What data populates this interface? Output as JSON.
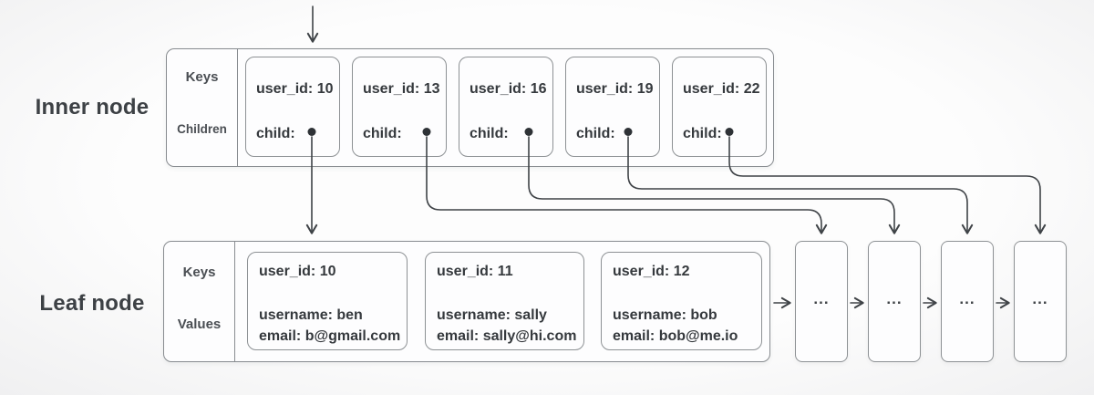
{
  "colors": {
    "background_center": "#fdfdfd",
    "background_edge": "#f0f0f1",
    "box_border": "#888c90",
    "cell_border": "#8d9194",
    "connector": "#3f4347",
    "dot": "#2e3236",
    "text_primary": "#35393d",
    "text_secondary": "#4a4e53"
  },
  "inner_node": {
    "label": "Inner node",
    "row_labels": {
      "top": "Keys",
      "bottom": "Children"
    },
    "cells": [
      {
        "key": "user_id: 10",
        "pointer": "child:"
      },
      {
        "key": "user_id: 13",
        "pointer": "child:"
      },
      {
        "key": "user_id: 16",
        "pointer": "child:"
      },
      {
        "key": "user_id: 19",
        "pointer": "child:"
      },
      {
        "key": "user_id: 22",
        "pointer": "child:"
      }
    ]
  },
  "leaf_node": {
    "label": "Leaf node",
    "row_labels": {
      "top": "Keys",
      "bottom": "Values"
    },
    "cells": [
      {
        "key": "user_id: 10",
        "values": [
          "username: ben",
          "email: b@gmail.com"
        ]
      },
      {
        "key": "user_id: 11",
        "values": [
          "username: sally",
          "email: sally@hi.com"
        ]
      },
      {
        "key": "user_id: 12",
        "values": [
          "username: bob",
          "email: bob@me.io"
        ]
      }
    ]
  },
  "sibling_nodes": [
    {
      "label": "..."
    },
    {
      "label": "..."
    },
    {
      "label": "..."
    },
    {
      "label": "..."
    }
  ]
}
